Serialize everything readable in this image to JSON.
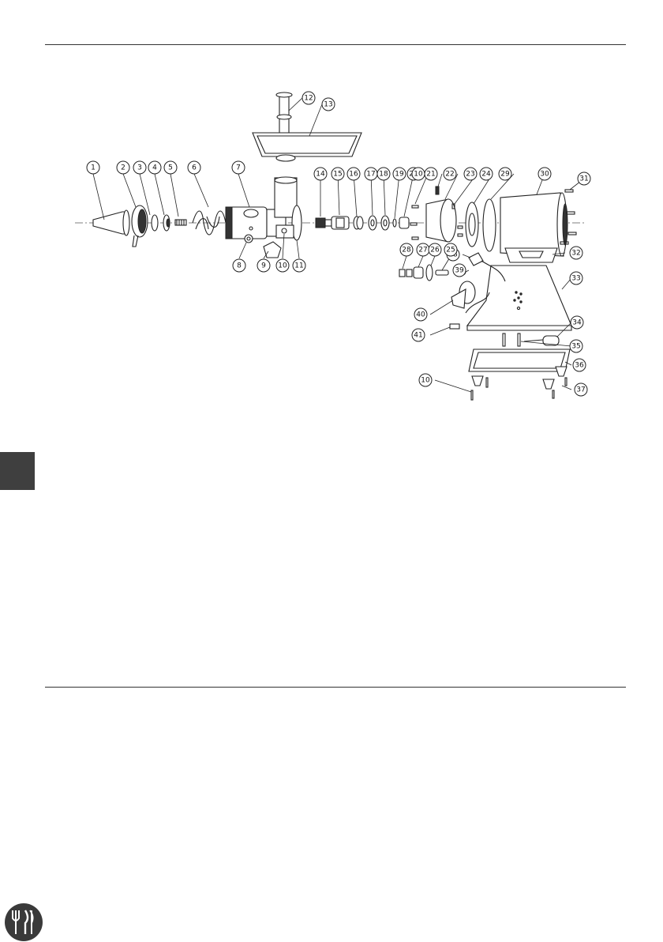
{
  "diagram": {
    "callouts": [
      "1",
      "2",
      "3",
      "4",
      "5",
      "6",
      "7",
      "8",
      "9",
      "10",
      "11",
      "12",
      "13",
      "14",
      "15",
      "16",
      "17",
      "18",
      "19",
      "20",
      "10",
      "21",
      "22",
      "23",
      "24",
      "29",
      "30",
      "31",
      "32",
      "33",
      "34",
      "35",
      "36",
      "37",
      "38",
      "39",
      "40",
      "41",
      "28",
      "27",
      "26",
      "25",
      "10"
    ]
  },
  "colors": {
    "tab": "#3f3f3f",
    "line": "#222222"
  },
  "icons": {
    "logo": "fork-knife-logo-icon"
  }
}
